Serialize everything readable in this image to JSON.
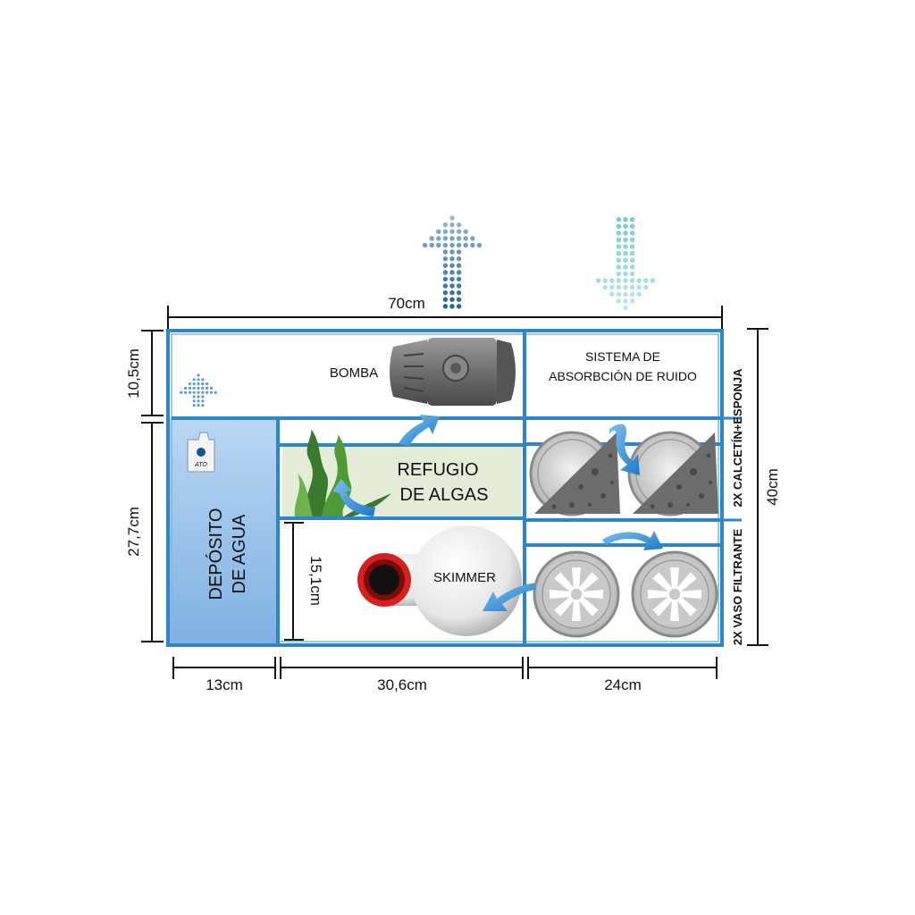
{
  "dimensions": {
    "total_width": "70cm",
    "top_height": "10,5cm",
    "lower_height": "27,7cm",
    "total_height": "40cm",
    "inner_height": "15,1cm",
    "reservoir_width": "13cm",
    "middle_width": "30,6cm",
    "right_width": "24cm"
  },
  "labels": {
    "pump": "BOMBA",
    "noise_line1": "SISTEMA DE",
    "noise_line2": "ABSORBCIÓN DE RUIDO",
    "refugium_line1": "REFUGIO",
    "refugium_line2": "DE ALGAS",
    "reservoir_line1": "DEPÓSITO",
    "reservoir_line2": "DE AGUA",
    "skimmer": "SKIMMER",
    "ato": "ATO",
    "side_top": "2X CALCETÍN+ESPONJA",
    "side_bottom": "2X VASO FILTRANTE"
  },
  "colors": {
    "frame": "#2f86c4",
    "reservoir": "#8ebee8",
    "refugium": "#e4ecd8",
    "arrow": "#3a8fd6",
    "arrow_dark": "#1c5f8e",
    "arrow_light": "#6fc6d6",
    "skimmer_ring": "#d81e1e"
  }
}
